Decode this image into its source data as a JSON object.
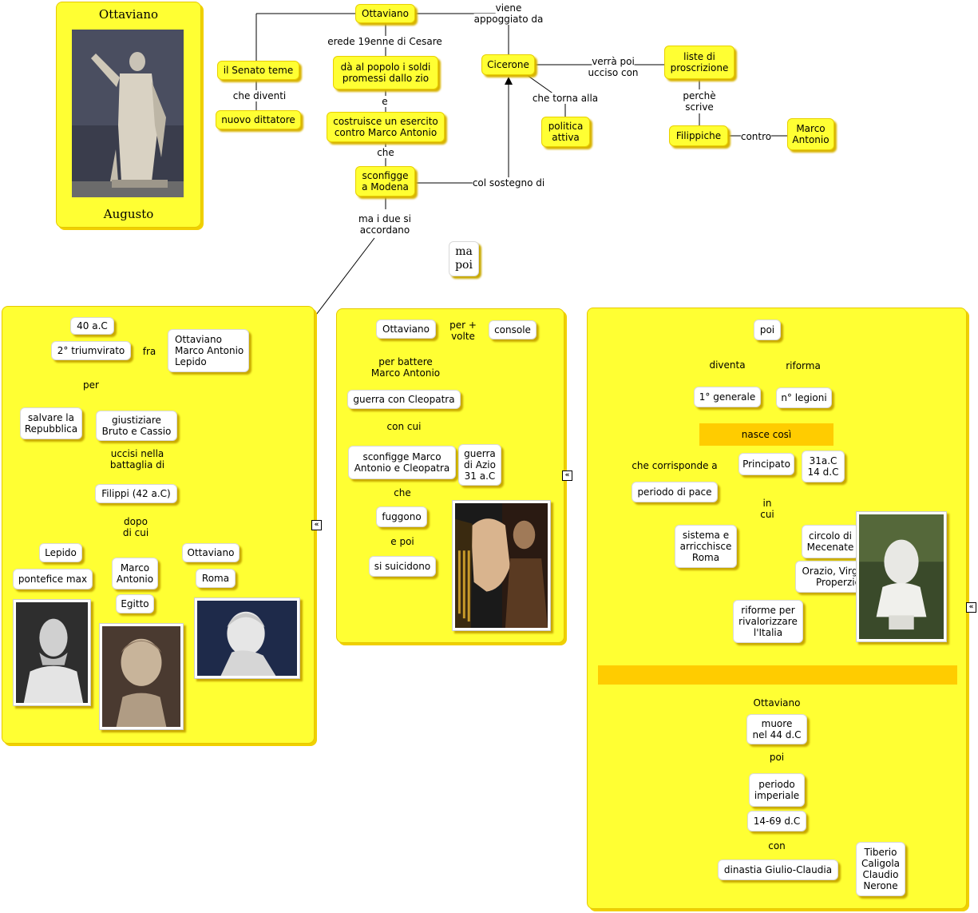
{
  "card": {
    "title": "Ottaviano",
    "caption": "Augusto"
  },
  "top": {
    "ottaviano": "Ottaviano",
    "senato": "il Senato teme",
    "che_diventi": "che diventi",
    "dittatore": "nuovo dittatore",
    "erede": "erede 19enne di Cesare",
    "da_al_popolo": "dà al popolo i soldi\npromessi dallo zio",
    "e": "e",
    "costruisce": "costruisce un esercito\ncontro Marco Antonio",
    "che": "che",
    "sconfigge": "sconfigge\na Modena",
    "col_sostegno": "col sostegno di",
    "ma_accordano": "ma i due si\naccordano",
    "viene_appoggiato": "viene\nappoggiato da",
    "cicerone": "Cicerone",
    "verra_ucciso": "verrà poi\nucciso con",
    "liste": "liste di\nproscrizione",
    "perche_scrive": "perchè\nscrive",
    "filippiche": "Filippiche",
    "contro": "contro",
    "marco_antonio": "Marco\nAntonio",
    "che_torna": "che torna alla",
    "politica": "politica\nattiva",
    "ma_poi": "ma\npoi"
  },
  "left_panel": {
    "anno": "40 a.C",
    "triumvirato": "2° triumvirato",
    "fra": "fra",
    "membri": "Ottaviano\nMarco Antonio\nLepido",
    "per": "per",
    "salvare": "salvare la\nRepubblica",
    "giustiziare": "giustiziare\nBruto e Cassio",
    "uccisi": "uccisi nella\nbattaglia di",
    "filippi": "Filippi (42 a.C)",
    "dopo": "dopo\ndi cui",
    "lepido": "Lepido",
    "pontefice": "pontefice max",
    "marco_antonio": "Marco\nAntonio",
    "egitto": "Egitto",
    "ottaviano": "Ottaviano",
    "roma": "Roma"
  },
  "mid_panel": {
    "ottaviano": "Ottaviano",
    "per_volte": "per +\nvolte",
    "console": "console",
    "per_battere": "per battere\nMarco Antonio",
    "guerra_cleopatra": "guerra con Cleopatra",
    "con_cui": "con cui",
    "sconfigge": "sconfigge Marco\nAntonio e Cleopatra",
    "azio": "guerra\ndi Azio\n31 a.C",
    "che": "che",
    "fuggono": "fuggono",
    "e_poi": "e poi",
    "suicidono": "si suicidono"
  },
  "right_panel": {
    "poi": "poi",
    "diventa": "diventa",
    "riforma": "riforma",
    "generale": "1° generale",
    "legioni": "n° legioni",
    "nasce_cosi": "nasce così",
    "che_corrisponde": "che corrisponde a",
    "principato": "Principato",
    "date": "31a.C\n14 d.C",
    "pace": "periodo di pace",
    "in_cui": "in\ncui",
    "sistema": "sistema e\narricchisce\nRoma",
    "mecenate": "circolo di\nMecenate",
    "poeti": "Orazio, Virgilio,\nProperzio",
    "riforme": "riforme per\nrivalorizzare\nl'Italia",
    "ottaviano": "Ottaviano",
    "muore": "muore\nnel 44 d.C",
    "poi2": "poi",
    "periodo_imperiale": "periodo\nimperiale",
    "anni": "14-69 d.C",
    "con": "con",
    "dinastia": "dinastia Giulio-Claudia",
    "imperatori": "Tiberio\nCaligola\nClaudio\nNerone"
  },
  "colors": {
    "panel": "#ffff33",
    "bar": "#ffcc00",
    "shadow": "#d8b400"
  }
}
